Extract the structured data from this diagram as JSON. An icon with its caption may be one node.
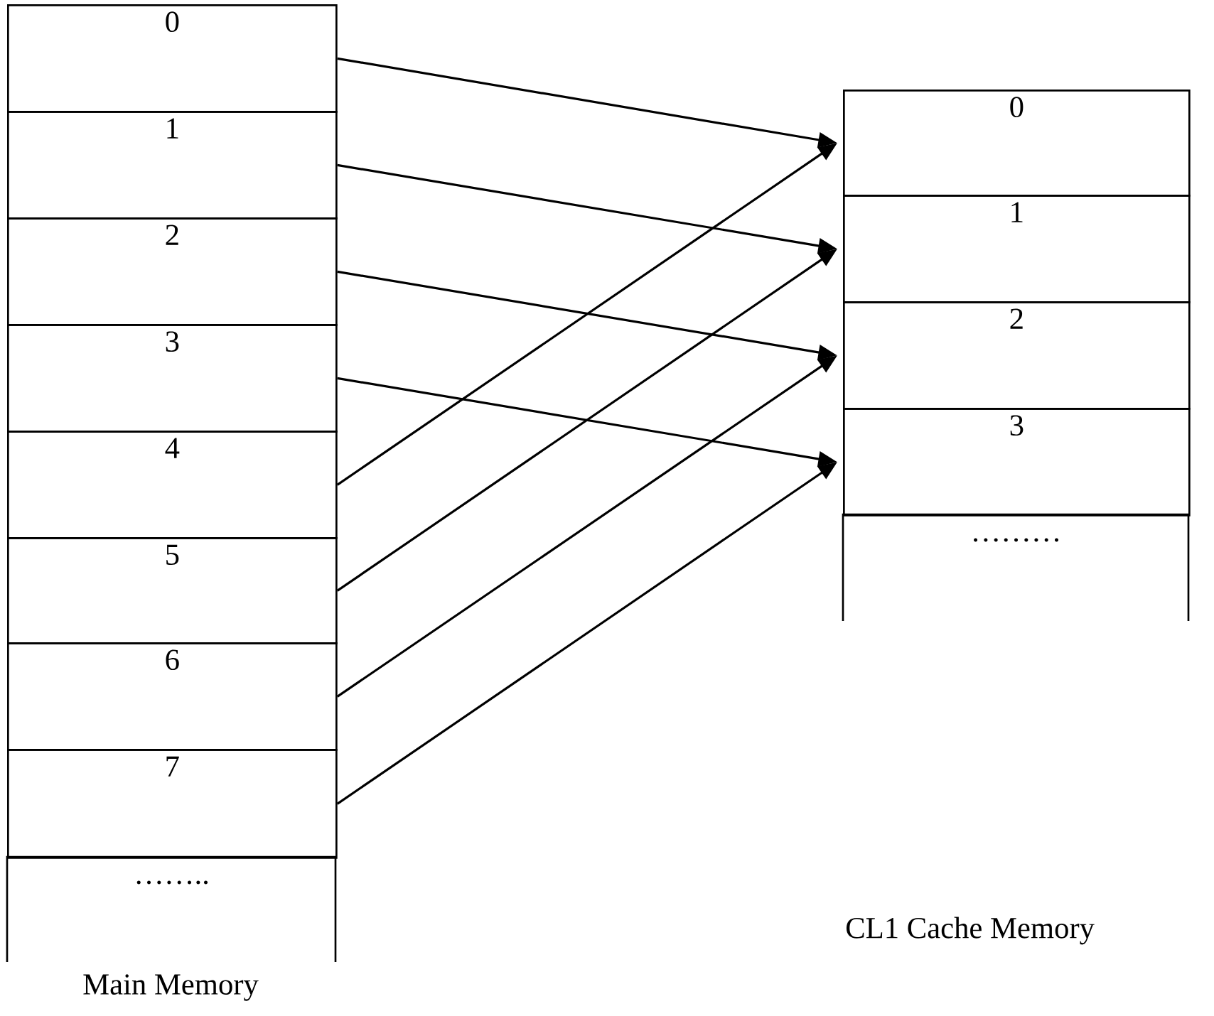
{
  "diagram": {
    "nodes": [
      {
        "text": [
          "0"
        ]
      },
      {
        "text": [
          "1"
        ]
      },
      {
        "text": [
          "2"
        ]
      },
      {
        "text": [
          "3"
        ]
      },
      {
        "text": [
          "4"
        ]
      },
      {
        "text": [
          "5"
        ]
      },
      {
        "text": [
          "6"
        ]
      },
      {
        "text": [
          "7"
        ]
      },
      {
        "text": [
          "…….."
        ]
      },
      {
        "text": [
          "0"
        ]
      },
      {
        "text": [
          "1"
        ]
      },
      {
        "text": [
          "2"
        ]
      },
      {
        "text": [
          "3"
        ]
      },
      {
        "text": [
          "………"
        ]
      }
    ],
    "edges": [
      {
        "from": 0,
        "to": 9,
        "arrow": "to"
      },
      {
        "from": 1,
        "to": 10,
        "arrow": "to"
      },
      {
        "from": 2,
        "to": 11,
        "arrow": "to"
      },
      {
        "from": 3,
        "to": 12,
        "arrow": "to"
      },
      {
        "from": 4,
        "to": 9,
        "arrow": "to"
      },
      {
        "from": 5,
        "to": 10,
        "arrow": "to"
      },
      {
        "from": 6,
        "to": 11,
        "arrow": "to"
      },
      {
        "from": 7,
        "to": 12,
        "arrow": "to"
      }
    ],
    "labels": [
      "CL1 Cache Memory",
      "Main Memory"
    ]
  }
}
